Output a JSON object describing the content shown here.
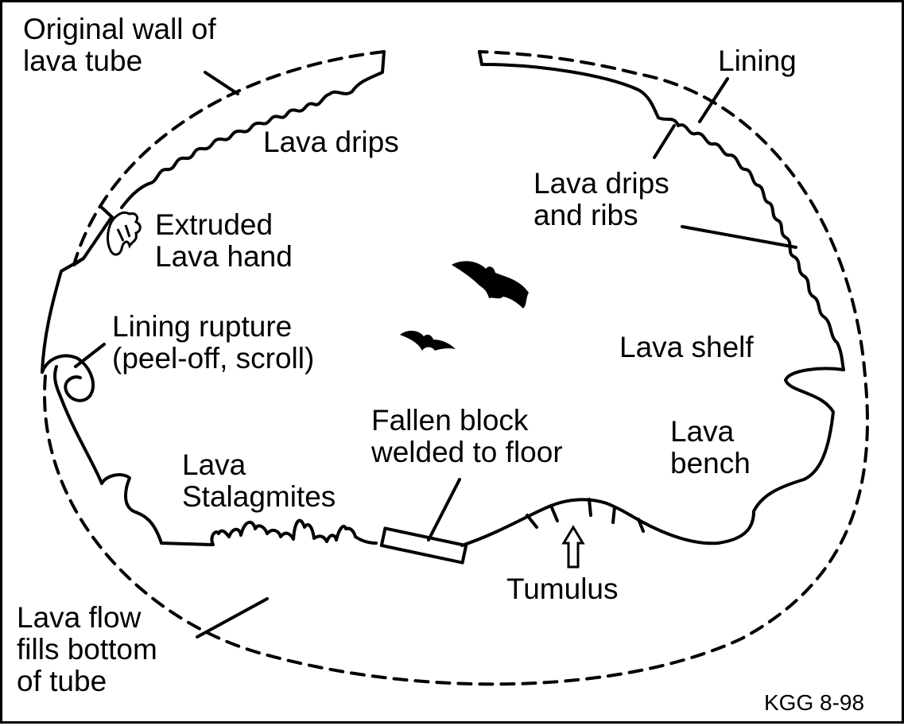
{
  "labels": {
    "original_wall": "Original wall of\nlava tube",
    "lining": "Lining",
    "lava_drips_top": "Lava drips",
    "lava_drips_ribs": "Lava drips\nand ribs",
    "extruded_hand": "Extruded\nLava hand",
    "lining_rupture": "Lining rupture\n(peel-off, scroll)",
    "lava_shelf": "Lava shelf",
    "fallen_block": "Fallen block\nwelded to floor",
    "lava_bench": "Lava\nbench",
    "lava_stalagmites": "Lava\nStalagmites",
    "tumulus": "Tumulus",
    "lava_flow": "Lava flow\nfills bottom\nof tube",
    "credit": "KGG 8-98"
  },
  "colors": {
    "ink": "#000000",
    "background": "#ffffff"
  },
  "icons": [
    "bat-icon",
    "lava-hand-icon",
    "up-arrow-icon"
  ]
}
